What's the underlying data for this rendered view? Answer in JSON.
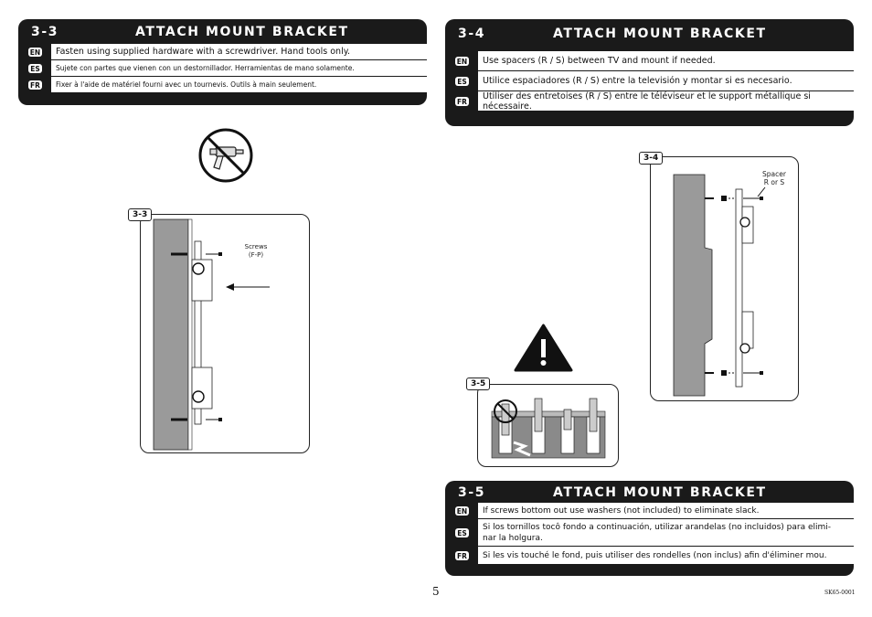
{
  "s33": {
    "num": "3-3",
    "title": "ATTACH MOUNT BRACKET",
    "rows": [
      {
        "lang": "EN",
        "text": "Fasten using supplied hardware with a screwdriver.   Hand tools only."
      },
      {
        "lang": "ES",
        "text": "Sujete con partes que vienen con un destornillador. Herramientas de mano solamente."
      },
      {
        "lang": "FR",
        "text": "Fixer à l'aide de matériel fourni avec un tournevis. Outils à main seulement."
      }
    ]
  },
  "s34": {
    "num": "3-4",
    "title": "ATTACH MOUNT BRACKET",
    "rows": [
      {
        "lang": "EN",
        "text": "Use spacers (R / S) between TV and mount if needed."
      },
      {
        "lang": "ES",
        "text": "Utilice espaciadores (R / S) entre la televisión y montar si es necesario."
      },
      {
        "lang": "FR",
        "text": "Utiliser des entretoises (R / S) entre le téléviseur et le support métallique si nécessaire."
      }
    ]
  },
  "s35": {
    "num": "3-5",
    "title": "ATTACH MOUNT BRACKET",
    "rows": [
      {
        "lang": "EN",
        "text": "If screws bottom out use washers (not included) to eliminate slack."
      },
      {
        "lang": "ES",
        "text": "Si los tornillos tocô fondo a continuación, utilizar arandelas (no incluidos) para elimi- nar la holgura."
      },
      {
        "lang": "FR",
        "text": "Si les vis touché le fond, puis utiliser des rondelles (non inclus) afin d'éliminer mou."
      }
    ]
  },
  "figures": {
    "fig33_label": "3-3",
    "fig33_screws_line1": "Screws",
    "fig33_screws_line2": "(F-P)",
    "fig34_label": "3-4",
    "fig34_spacer_line1": "Spacer",
    "fig34_spacer_line2": "R or S",
    "fig35_label": "3-5"
  },
  "footer": {
    "page_number": "5",
    "code": "SK65-0001"
  },
  "icons": [
    "no-power-drill-icon",
    "warning-icon"
  ]
}
